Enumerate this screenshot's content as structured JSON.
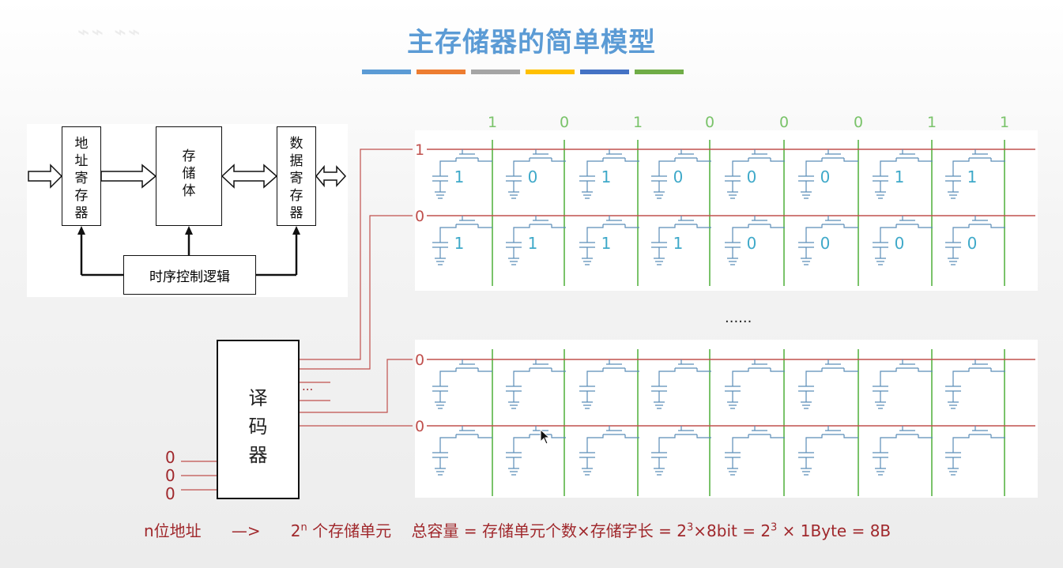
{
  "title": "主存储器的简单模型",
  "deco_colors": [
    "#5b9bd5",
    "#ed7d31",
    "#a5a5a5",
    "#ffc000",
    "#4472c4",
    "#70ad47"
  ],
  "colors": {
    "title": "#5b9bd5",
    "row_line": "#c0504d",
    "col_line": "#7ac36a",
    "cell_circuit": "#5b8db8",
    "cell_value": "#3fa9c9",
    "accent_text": "#a0282c"
  },
  "block_diagram": {
    "address_register": "地址寄存器",
    "memory_body": "存储体",
    "data_register": "数据寄存器",
    "timing_control": "时序控制逻辑"
  },
  "column_bits": [
    "1",
    "0",
    "1",
    "0",
    "0",
    "0",
    "1",
    "1"
  ],
  "top_rows": [
    {
      "select": "1",
      "cells": [
        "1",
        "0",
        "1",
        "0",
        "0",
        "0",
        "1",
        "1"
      ]
    },
    {
      "select": "0",
      "cells": [
        "1",
        "1",
        "1",
        "1",
        "0",
        "0",
        "0",
        "0"
      ]
    }
  ],
  "bottom_rows": [
    {
      "select": "0"
    },
    {
      "select": "0"
    }
  ],
  "middle_ellipsis": "......",
  "decoder": {
    "label_chars": [
      "译",
      "码",
      "器"
    ],
    "ellipsis": "...",
    "address_bits": [
      "0",
      "0",
      "0"
    ]
  },
  "formula": {
    "part1": "n位地址",
    "arrow": "—>",
    "base": "2",
    "exp_n": "n",
    "part2": " 个存储单元",
    "part3": "总容量 = 存储单元个数×存储字长 = 2",
    "exp3a": "3",
    "part4": "×8bit = 2",
    "exp3b": "3",
    "part5": " × 1Byte = 8B"
  },
  "icons": [
    "arrow-cursor-icon"
  ]
}
